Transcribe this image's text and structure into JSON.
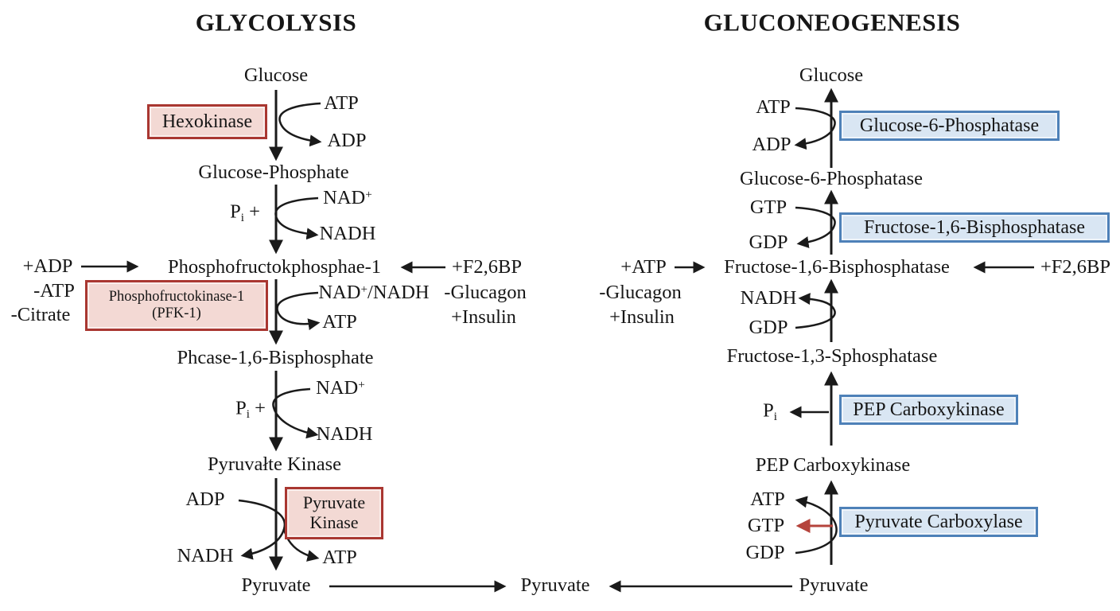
{
  "titles": {
    "left": "GLYCOLYSIS",
    "right": "GLUCONEOGENESIS"
  },
  "colors": {
    "red_box_border": "#A93731",
    "red_box_fill": "#F3D9D4",
    "blue_box_border": "#4E81B8",
    "blue_box_fill": "#D9E6F3",
    "red_arrow": "#B5443C"
  },
  "glycolysis": {
    "metabolites": {
      "glucose": "Glucose",
      "glucose_phosphate": "Glucose-Phosphate",
      "pfp1": "Phosphofructokphosphae-1",
      "f16bp": "Phcase-1,6-Bisphosphate",
      "pyruvalte_kinase": "Pyruvałte Kinase",
      "pyruvate": "Pyruvate"
    },
    "enzymes": {
      "hexokinase": "Hexokinase",
      "pfk1_line1": "Phosphofructokinase-1",
      "pfk1_line2": "(PFK-1)",
      "pk_line1": "Pyruvate",
      "pk_line2": "Kinase"
    },
    "cofactors": {
      "atp1": "ATP",
      "adp1": "ADP",
      "nad1": {
        "base": "NAD",
        "sup": "+"
      },
      "pi1": {
        "base": "P",
        "sub": "i",
        "rest": " +"
      },
      "nadh1": "NADH",
      "nad_nadh": {
        "base": "NAD",
        "sup": "+",
        "rest": "/NADH"
      },
      "atp2": "ATP",
      "nad2": {
        "base": "NAD",
        "sup": "+"
      },
      "pi2": {
        "base": "P",
        "sub": "i",
        "rest": " +"
      },
      "nadh2": "NADH",
      "adp2": "ADP",
      "nadh3": "NADH",
      "atp3": "ATP"
    },
    "regulators": {
      "plus_adp": "+ADP",
      "minus_atp": "-ATP",
      "minus_citrate": "-Citrate",
      "plus_f26bp": "+F2,6BP",
      "minus_glucagon": "-Glucagon",
      "plus_insulin": "+Insulin"
    }
  },
  "gluconeogenesis": {
    "metabolites": {
      "glucose": "Glucose",
      "g6p": "Glucose-6-Phosphatase",
      "f16bpase": "Fructose-1,6-Bisphosphatase",
      "f13s": "Fructose-1,3-Sphosphatase",
      "pep": "PEP Carboxykinase",
      "pyruvate": "Pyruvate"
    },
    "enzymes": {
      "g6pase": "Glucose-6-Phosphatase",
      "f16bpase": "Fructose-1,6-Bisphosphatase",
      "pepck": "PEP Carboxykinase",
      "pc": "Pyruvate Carboxylase"
    },
    "cofactors": {
      "atp1": "ATP",
      "adp1": "ADP",
      "gtp1": "GTP",
      "gdp1": "GDP",
      "nadh": "NADH",
      "gdp2": "GDP",
      "pi": {
        "base": "P",
        "sub": "i"
      },
      "atp2": "ATP",
      "gtp2": "GTP",
      "gdp3": "GDP"
    },
    "regulators": {
      "plus_atp": "+ATP",
      "minus_glucagon": "-Glucagon",
      "plus_insulin": "+Insulin",
      "plus_f26bp": "+F2,6BP"
    }
  },
  "bottom": {
    "pyruvate_center": "Pyruvate"
  }
}
